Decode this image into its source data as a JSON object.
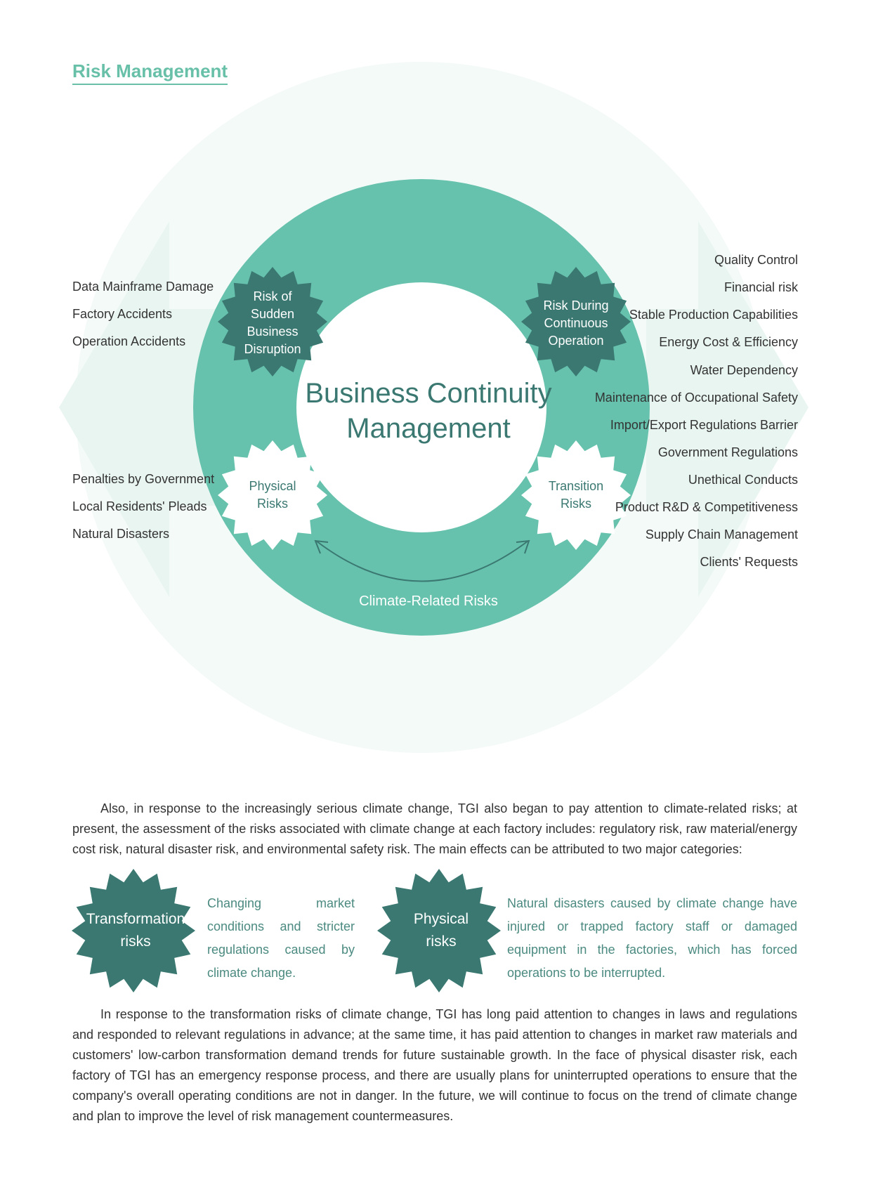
{
  "page_title": "Risk Management",
  "center": {
    "line1": "Business Continuity",
    "line2": "Management"
  },
  "bursts": {
    "sudden": [
      "Risk of",
      "Sudden",
      "Business",
      "Disruption"
    ],
    "continuous": [
      "Risk During",
      "Continuous",
      "Operation"
    ],
    "physical": [
      "Physical",
      "Risks"
    ],
    "transition": [
      "Transition",
      "Risks"
    ]
  },
  "climate_label": "Climate-Related Risks",
  "left_top_items": [
    "Data Mainframe Damage",
    "Factory Accidents",
    "Operation Accidents"
  ],
  "left_bottom_items": [
    "Penalties by Government",
    "Local Residents' Pleads",
    "Natural Disasters"
  ],
  "right_items": [
    "Quality Control",
    "Financial risk",
    "Stable Production Capabilities",
    "Energy Cost & Efficiency",
    "Water Dependency",
    "Maintenance of Occupational Safety",
    "Import/Export Regulations Barrier",
    "Government Regulations",
    "Unethical Conducts",
    "Product R&D & Competitiveness",
    "Supply Chain Management",
    "Clients' Requests"
  ],
  "paragraph1": "Also, in response to the increasingly serious climate change, TGI also began to pay attention to climate-related risks; at present, the assessment of the risks associated with climate change at each factory includes: regulatory risk, raw material/energy cost risk, natural disaster risk, and environmental safety risk. The main effects can be attributed to two major categories:",
  "transformation": {
    "label": [
      "Transformation",
      "risks"
    ],
    "desc": "Changing market conditions and stricter regulations caused by climate change."
  },
  "physical": {
    "label": [
      "Physical",
      "risks"
    ],
    "desc": "Natural disasters caused by climate change have injured or trapped factory staff or damaged equipment in the factories, which has forced operations to be interrupted."
  },
  "paragraph2": "In response to the transformation risks of climate change, TGI has long paid attention to changes in laws and regulations and responded to relevant regulations in advance; at the same time, it has paid attention to changes in market raw materials and customers' low-carbon transformation demand trends for future sustainable growth. In the face of physical disaster risk, each factory of TGI has an emergency response process, and there are usually plans for uninterrupted operations to ensure that the company's overall operating conditions are not in danger. In the future, we will continue to focus on the trend of climate change and plan to improve the level of risk management countermeasures.",
  "colors": {
    "accent": "#68c0a8",
    "ring": "#66c2ac",
    "dark_teal": "#3a7871",
    "pale": "#eef7f4",
    "paler": "#f4faf8"
  }
}
